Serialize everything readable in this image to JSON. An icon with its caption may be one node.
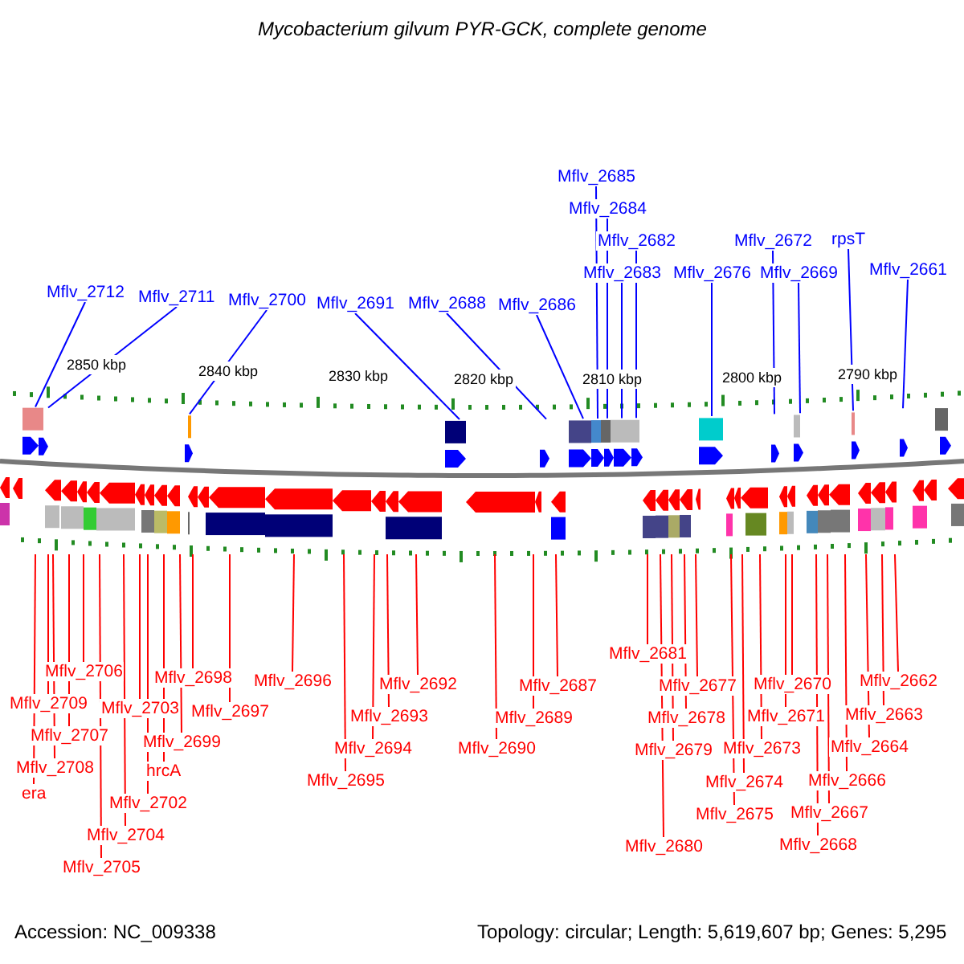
{
  "diagram": {
    "title": "Mycobacterium gilvum PYR-GCK, complete genome",
    "nodes": [
      {
        "text": [
          "Mflv_2712"
        ]
      },
      {
        "text": [
          "Mflv_2711"
        ]
      },
      {
        "text": [
          "Mflv_2700"
        ]
      },
      {
        "text": [
          "Mflv_2691"
        ]
      },
      {
        "text": [
          "Mflv_2688"
        ]
      },
      {
        "text": [
          "Mflv_2686"
        ]
      },
      {
        "text": [
          "Mflv_2685"
        ]
      },
      {
        "text": [
          "Mflv_2684"
        ]
      },
      {
        "text": [
          "Mflv_2683"
        ]
      },
      {
        "text": [
          "Mflv_2682"
        ]
      },
      {
        "text": [
          "Mflv_2676"
        ]
      },
      {
        "text": [
          "Mflv_2672"
        ]
      },
      {
        "text": [
          "Mflv_2669"
        ]
      },
      {
        "text": [
          "rpsT"
        ]
      },
      {
        "text": [
          "Mflv_2661"
        ]
      },
      {
        "text": [
          "era"
        ]
      },
      {
        "text": [
          "Mflv_2709"
        ]
      },
      {
        "text": [
          "Mflv_2708"
        ]
      },
      {
        "text": [
          "Mflv_2707"
        ]
      },
      {
        "text": [
          "Mflv_2706"
        ]
      },
      {
        "text": [
          "Mflv_2705"
        ]
      },
      {
        "text": [
          "Mflv_2704"
        ]
      },
      {
        "text": [
          "Mflv_2703"
        ]
      },
      {
        "text": [
          "Mflv_2702"
        ]
      },
      {
        "text": [
          "hrcA"
        ]
      },
      {
        "text": [
          "Mflv_2699"
        ]
      },
      {
        "text": [
          "Mflv_2698"
        ]
      },
      {
        "text": [
          "Mflv_2697"
        ]
      },
      {
        "text": [
          "Mflv_2696"
        ]
      },
      {
        "text": [
          "Mflv_2695"
        ]
      },
      {
        "text": [
          "Mflv_2694"
        ]
      },
      {
        "text": [
          "Mflv_2693"
        ]
      },
      {
        "text": [
          "Mflv_2692"
        ]
      },
      {
        "text": [
          "Mflv_2690"
        ]
      },
      {
        "text": [
          "Mflv_2689"
        ]
      },
      {
        "text": [
          "Mflv_2687"
        ]
      },
      {
        "text": [
          "Mflv_2681"
        ]
      },
      {
        "text": [
          "Mflv_2680"
        ]
      },
      {
        "text": [
          "Mflv_2679"
        ]
      },
      {
        "text": [
          "Mflv_2678"
        ]
      },
      {
        "text": [
          "Mflv_2677"
        ]
      },
      {
        "text": [
          "Mflv_2675"
        ]
      },
      {
        "text": [
          "Mflv_2674"
        ]
      },
      {
        "text": [
          "Mflv_2673"
        ]
      },
      {
        "text": [
          "Mflv_2671"
        ]
      },
      {
        "text": [
          "Mflv_2670"
        ]
      },
      {
        "text": [
          "Mflv_2668"
        ]
      },
      {
        "text": [
          "Mflv_2667"
        ]
      },
      {
        "text": [
          "Mflv_2666"
        ]
      },
      {
        "text": [
          "Mflv_2664"
        ]
      },
      {
        "text": [
          "Mflv_2663"
        ]
      },
      {
        "text": [
          "Mflv_2662"
        ]
      }
    ],
    "edges": [
      {
        "from": 0,
        "to": null,
        "arrow": "none",
        "color": "#0000ff"
      },
      {
        "from": 1,
        "to": null,
        "arrow": "none",
        "color": "#0000ff"
      },
      {
        "from": 2,
        "to": null,
        "arrow": "none",
        "color": "#0000ff"
      },
      {
        "from": 3,
        "to": null,
        "arrow": "none",
        "color": "#0000ff"
      },
      {
        "from": 4,
        "to": null,
        "arrow": "none",
        "color": "#0000ff"
      },
      {
        "from": 5,
        "to": null,
        "arrow": "none",
        "color": "#0000ff"
      },
      {
        "from": 6,
        "to": null,
        "arrow": "none",
        "color": "#0000ff"
      },
      {
        "from": 7,
        "to": null,
        "arrow": "none",
        "color": "#0000ff"
      },
      {
        "from": 8,
        "to": null,
        "arrow": "none",
        "color": "#0000ff"
      },
      {
        "from": 9,
        "to": null,
        "arrow": "none",
        "color": "#0000ff"
      },
      {
        "from": 10,
        "to": null,
        "arrow": "none",
        "color": "#0000ff"
      },
      {
        "from": 11,
        "to": null,
        "arrow": "none",
        "color": "#0000ff"
      },
      {
        "from": 12,
        "to": null,
        "arrow": "none",
        "color": "#0000ff"
      },
      {
        "from": 13,
        "to": null,
        "arrow": "none",
        "color": "#0000ff"
      },
      {
        "from": 14,
        "to": null,
        "arrow": "none",
        "color": "#0000ff"
      },
      {
        "from": 15,
        "to": null,
        "arrow": "none"
      },
      {
        "from": 16,
        "to": null,
        "arrow": "none"
      },
      {
        "from": 17,
        "to": null,
        "arrow": "none"
      },
      {
        "from": 18,
        "to": null,
        "arrow": "none"
      },
      {
        "from": 19,
        "to": null,
        "arrow": "none"
      },
      {
        "from": 20,
        "to": null,
        "arrow": "none"
      },
      {
        "from": 21,
        "to": null,
        "arrow": "none"
      },
      {
        "from": 22,
        "to": null,
        "arrow": "none"
      },
      {
        "from": 23,
        "to": null,
        "arrow": "none"
      },
      {
        "from": 24,
        "to": null,
        "arrow": "none"
      },
      {
        "from": 25,
        "to": null,
        "arrow": "none"
      },
      {
        "from": 26,
        "to": null,
        "arrow": "none"
      },
      {
        "from": 27,
        "to": null,
        "arrow": "none"
      },
      {
        "from": 28,
        "to": null,
        "arrow": "none"
      },
      {
        "from": 29,
        "to": null,
        "arrow": "none"
      },
      {
        "from": 30,
        "to": null,
        "arrow": "none"
      },
      {
        "from": 31,
        "to": null,
        "arrow": "none"
      },
      {
        "from": 32,
        "to": null,
        "arrow": "none"
      },
      {
        "from": 33,
        "to": null,
        "arrow": "none"
      },
      {
        "from": 34,
        "to": null,
        "arrow": "none"
      },
      {
        "from": 35,
        "to": null,
        "arrow": "none"
      },
      {
        "from": 36,
        "to": null,
        "arrow": "none"
      },
      {
        "from": 37,
        "to": null,
        "arrow": "none"
      },
      {
        "from": 38,
        "to": null,
        "arrow": "none"
      },
      {
        "from": 39,
        "to": null,
        "arrow": "none"
      },
      {
        "from": 40,
        "to": null,
        "arrow": "none"
      },
      {
        "from": 41,
        "to": null,
        "arrow": "none"
      },
      {
        "from": 42,
        "to": null,
        "arrow": "none"
      },
      {
        "from": 43,
        "to": null,
        "arrow": "none"
      },
      {
        "from": 44,
        "to": null,
        "arrow": "none"
      },
      {
        "from": 45,
        "to": null,
        "arrow": "none"
      },
      {
        "from": 46,
        "to": null,
        "arrow": "none"
      },
      {
        "from": 47,
        "to": null,
        "arrow": "none"
      },
      {
        "from": 48,
        "to": null,
        "arrow": "none"
      },
      {
        "from": 49,
        "to": null,
        "arrow": "none"
      },
      {
        "from": 50,
        "to": null,
        "arrow": "none"
      },
      {
        "from": 51,
        "to": null,
        "arrow": "none"
      }
    ],
    "labels": [
      "2850 kbp",
      "2840 kbp",
      "2830 kbp",
      "2820 kbp",
      "2810 kbp",
      "2800 kbp",
      "2790 kbp",
      "Accession: NC_009338",
      "Topology: circular; Length: 5,619,607 bp; Genes: 5,295"
    ]
  }
}
